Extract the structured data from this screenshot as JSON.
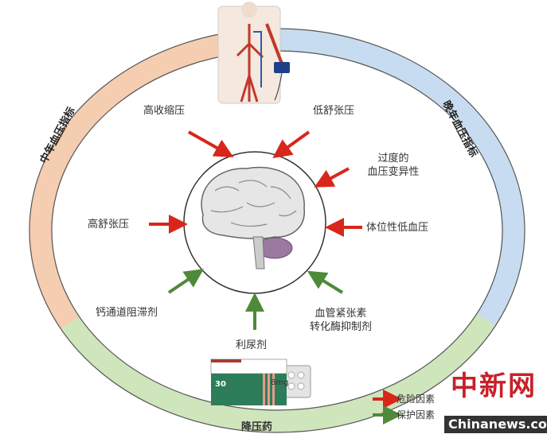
{
  "ring": {
    "midlife_label": "中年血压指标",
    "late_life_label": "晚年血压指标",
    "drugs_label": "降压药",
    "colors": {
      "midlife": "#f5cdb0",
      "late_life": "#c7dcf0",
      "drugs": "#cfe5bb",
      "risk": "#d9261c",
      "protective": "#4f8a3a"
    }
  },
  "risk_factors": [
    {
      "label": "高收缩压"
    },
    {
      "label": "低舒张压"
    },
    {
      "label_line1": "过度的",
      "label_line2": "血压变异性"
    },
    {
      "label": "高舒张压"
    },
    {
      "label": "体位性低血压"
    }
  ],
  "protective_factors": [
    {
      "label": "钙通道阻滞剂"
    },
    {
      "label": "利尿剂"
    },
    {
      "label_line1": "血管紧张素",
      "label_line2": "转化酶抑制剂"
    }
  ],
  "pill_box": {
    "dose": "8mg",
    "count": "30"
  },
  "legend": {
    "risk": "危险因素",
    "protective": "保护因素"
  },
  "watermark": {
    "cn": "中新网",
    "en": "Chinanews.com"
  }
}
